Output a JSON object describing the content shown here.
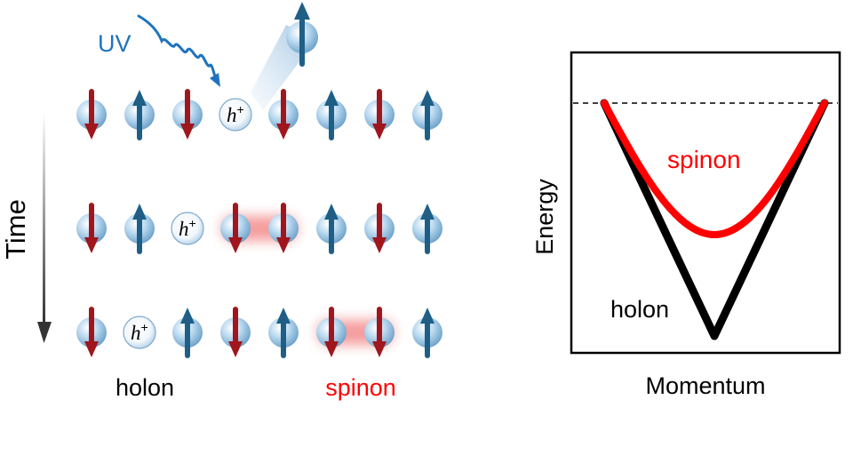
{
  "left_panel": {
    "uv_label": "UV",
    "axis_label": "Time",
    "hole_symbol": "h",
    "hole_charge": "+",
    "bottom_labels": {
      "holon": "holon",
      "spinon": "spinon"
    },
    "rows": [
      [
        "down",
        "up",
        "down",
        "hole",
        "down",
        "up",
        "down",
        "up"
      ],
      [
        "down",
        "up",
        "hole",
        "down",
        "down",
        "up",
        "down",
        "up"
      ],
      [
        "down",
        "hole",
        "up",
        "down",
        "up",
        "down",
        "down",
        "up"
      ]
    ],
    "spinon_glow_pairs": [
      [
        3,
        4
      ],
      [
        5,
        6
      ]
    ],
    "excited_spin": "up"
  },
  "right_panel": {
    "xlabel": "Momentum",
    "ylabel": "Energy",
    "curve_labels": {
      "spinon": "spinon",
      "holon": "holon"
    }
  },
  "colors": {
    "spin_up": "#1f5f86",
    "spin_down": "#a0161c",
    "uv": "#1e73be",
    "spinon": "#ff0000",
    "holon": "#000000",
    "glow": "#f27a7a"
  }
}
